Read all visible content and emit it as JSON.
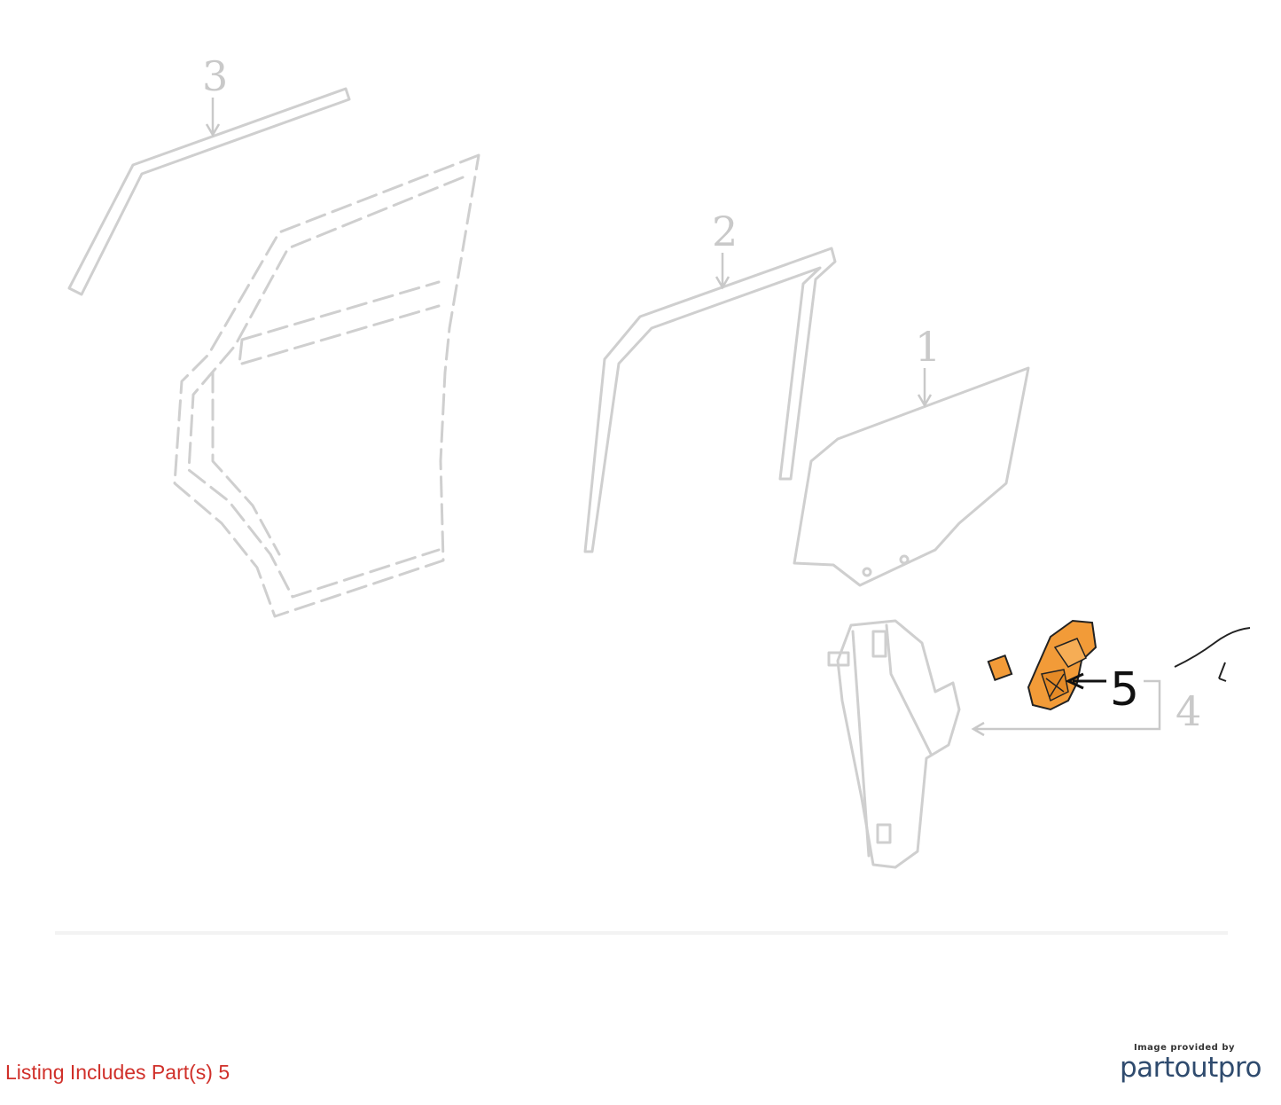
{
  "diagram": {
    "callouts": {
      "part1": "1",
      "part2": "2",
      "part3": "3",
      "part4": "4",
      "part5": "5"
    },
    "highlight_color": "#f29b38",
    "faint_color": "#cfcfcf"
  },
  "footer": {
    "listing_note": "Listing Includes Part(s) 5",
    "listing_note_color": "#d0302a"
  },
  "brand": {
    "caption": "Image provided by",
    "name": "partoutpro"
  }
}
